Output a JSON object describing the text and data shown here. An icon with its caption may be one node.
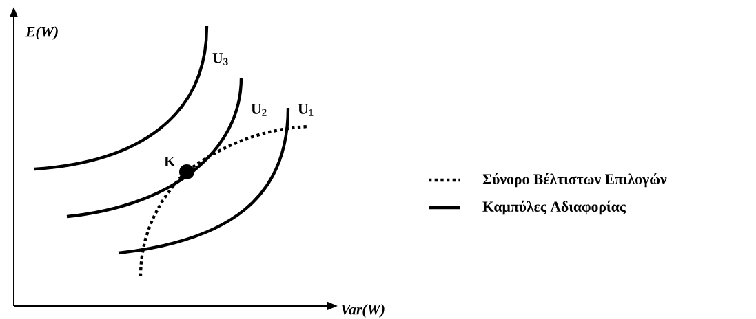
{
  "diagram": {
    "labels": [
      "E(W)",
      "U$_{3}$",
      "U$_{2}$",
      "U$_{1}$",
      "K",
      "Var(W)"
    ],
    "legend": [
      {
        "text": "Σύνορο Βέλτιστων Επιλογών"
      },
      {
        "text": "Καμπύλες Αδιαφορίας"
      }
    ]
  }
}
